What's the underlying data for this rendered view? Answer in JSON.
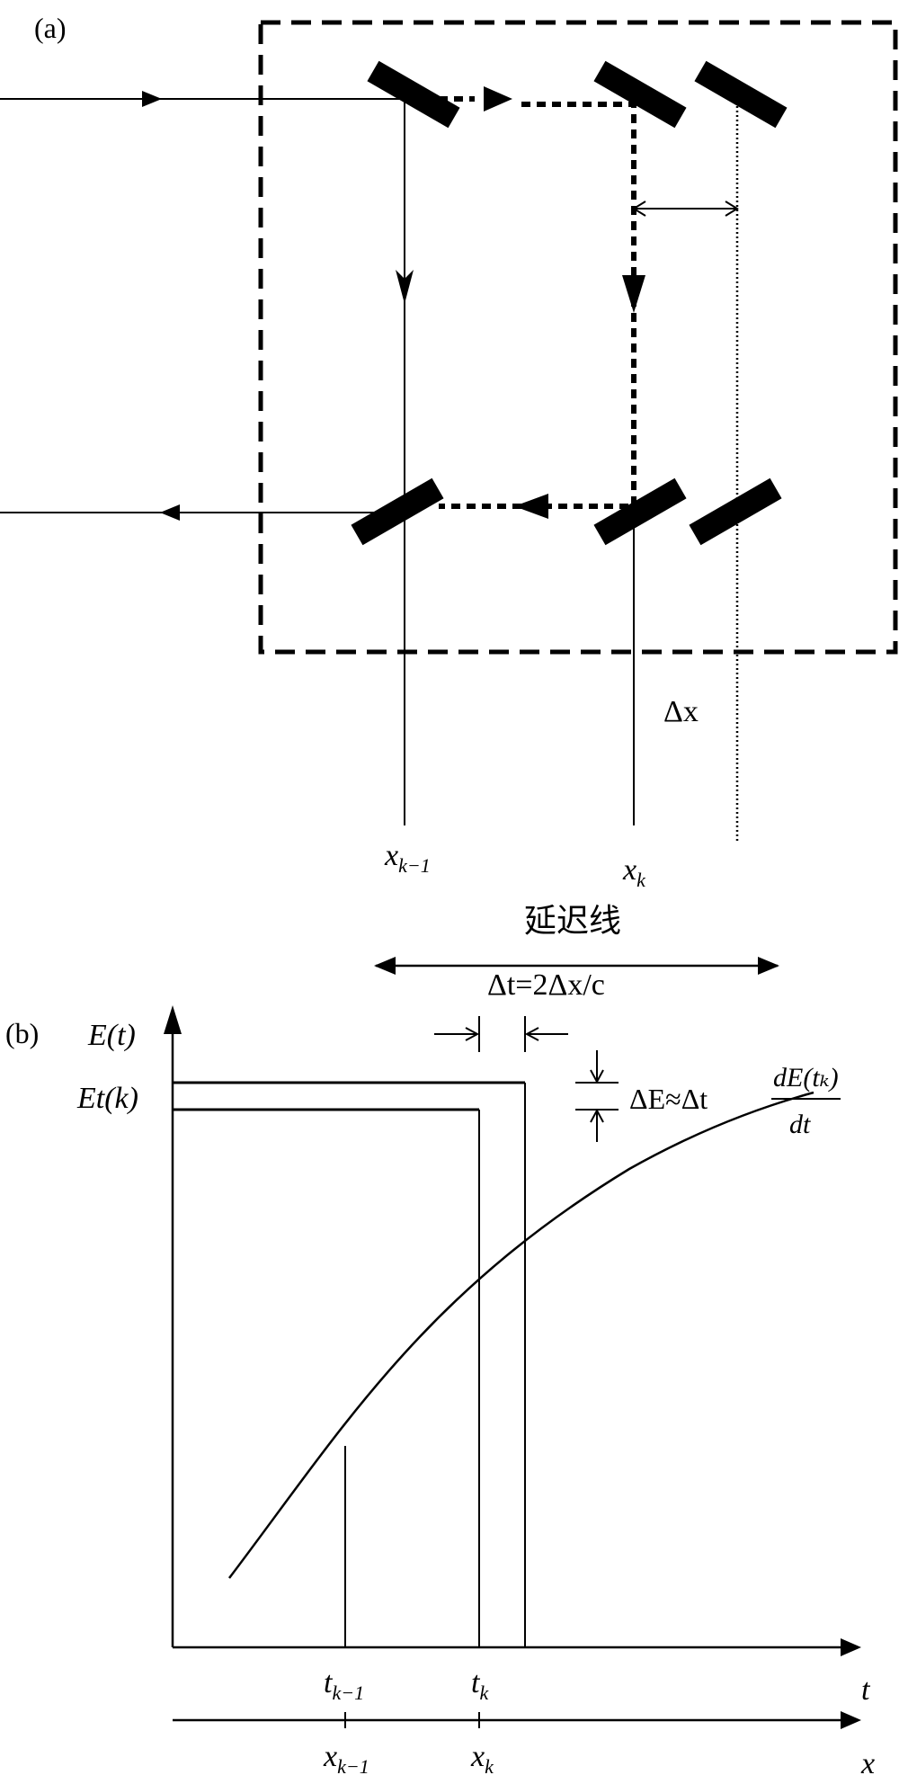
{
  "panel_a": {
    "label": "(a)",
    "delta_x": "Δx",
    "x_km1_base": "x",
    "x_km1_sub": "k−1",
    "x_k_base": "x",
    "x_k_sub": "k",
    "delay_line": "延迟线"
  },
  "panel_b": {
    "label": "(b)",
    "y_axis_label": "E(t)",
    "x_axis_label_t": "t",
    "x_axis_label_x": "x",
    "et_k": "Et(k)",
    "delta_t_formula": "Δt=2Δx/c",
    "delta_e_lhs": "ΔE≈Δt",
    "delta_e_num": "dE(tₖ)",
    "delta_e_den": "dt",
    "t_km1_base": "t",
    "t_km1_sub": "k−1",
    "t_k_base": "t",
    "t_k_sub": "k",
    "x_km1_base": "x",
    "x_km1_sub": "k−1",
    "x_k_base": "x",
    "x_k_sub": "k"
  },
  "colors": {
    "ink": "#000000",
    "background": "#ffffff"
  }
}
